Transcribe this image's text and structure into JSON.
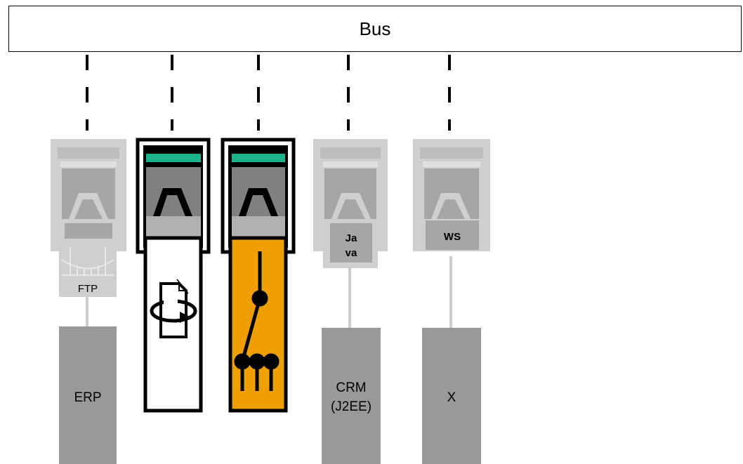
{
  "bus": {
    "label": "Bus"
  },
  "adapters": [
    {
      "id": "ftp",
      "badge": "FTP",
      "badge_icon": "bridge-icon",
      "system": "ERP",
      "state": "inactive"
    },
    {
      "id": "transform",
      "badge_icon": "document-transform-icon",
      "state": "active",
      "fill": "#ffffff"
    },
    {
      "id": "router",
      "badge_icon": "router-switch-icon",
      "state": "active",
      "fill": "#f09f00"
    },
    {
      "id": "java",
      "badge_line1": "Ja",
      "badge_line2": "va",
      "system_line1": "CRM",
      "system_line2": "(J2EE)",
      "state": "inactive"
    },
    {
      "id": "ws",
      "badge": "WS",
      "system": "X",
      "state": "inactive"
    }
  ],
  "colors": {
    "accent_bar": "#1ab38a",
    "router_fill": "#f09f00",
    "inactive_frame": "#cfcfcf",
    "inactive_panel": "#a6a6a6",
    "system_box": "#999999",
    "active_panel": "#808080"
  }
}
